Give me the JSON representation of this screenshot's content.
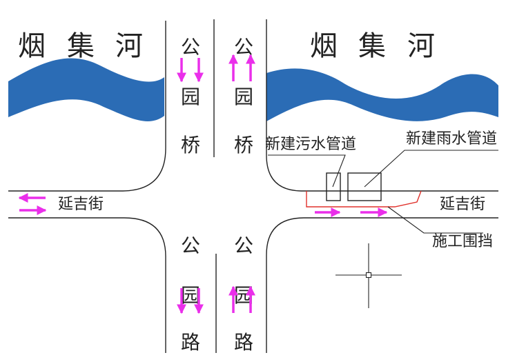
{
  "colors": {
    "river": "#2b6cb5",
    "arrow": "#ea2fea",
    "fence": "#e0302a",
    "line": "#222222"
  },
  "labels": {
    "river_left": [
      "烟",
      "集",
      "河"
    ],
    "river_right": [
      "烟",
      "集",
      "河"
    ],
    "bridge_left": [
      "公",
      "园",
      "桥"
    ],
    "bridge_right": [
      "公",
      "园",
      "桥"
    ],
    "street_left": "延吉街",
    "street_right": "延吉街",
    "road_left": [
      "公",
      "园",
      "路"
    ],
    "road_right": [
      "公",
      "园",
      "路"
    ],
    "sewage_pipe": "新建污水管道",
    "rain_pipe": "新建雨水管道",
    "fence": "施工围挡"
  },
  "icons": [
    "crosshair-icon",
    "arrow-up-icon",
    "arrow-down-icon",
    "arrow-left-icon",
    "arrow-right-icon"
  ]
}
